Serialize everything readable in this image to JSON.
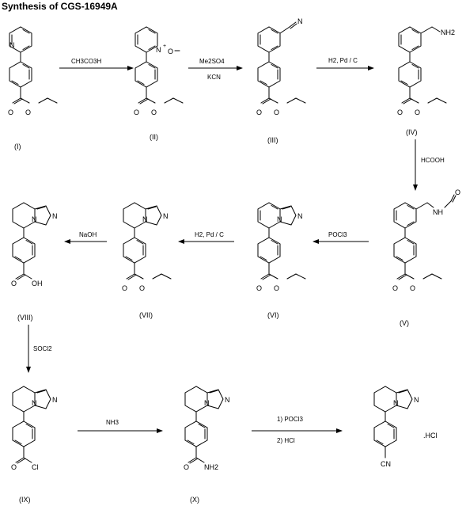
{
  "title": "Synthesis of CGS-16949A",
  "compounds": [
    {
      "id": "I",
      "label": "(I)"
    },
    {
      "id": "II",
      "label": "(II)"
    },
    {
      "id": "III",
      "label": "(III)"
    },
    {
      "id": "IV",
      "label": "(IV)"
    },
    {
      "id": "V",
      "label": "(V)"
    },
    {
      "id": "VI",
      "label": "(VI)"
    },
    {
      "id": "VII",
      "label": "(VII)"
    },
    {
      "id": "VIII",
      "label": "(VIII)"
    },
    {
      "id": "IX",
      "label": "(IX)"
    },
    {
      "id": "X",
      "label": "(X)"
    },
    {
      "id": "final",
      "salt": ".HCl"
    }
  ],
  "reagents": [
    {
      "id": "r1",
      "lines": [
        "CH3CO3H"
      ]
    },
    {
      "id": "r2",
      "lines": [
        "Me2SO4",
        "KCN"
      ]
    },
    {
      "id": "r3",
      "lines": [
        "H2, Pd / C"
      ]
    },
    {
      "id": "r4",
      "lines": [
        "HCOOH"
      ]
    },
    {
      "id": "r5",
      "lines": [
        "POCl3"
      ]
    },
    {
      "id": "r6",
      "lines": [
        "H2, Pd / C"
      ]
    },
    {
      "id": "r7",
      "lines": [
        "NaOH"
      ]
    },
    {
      "id": "r8",
      "lines": [
        "SOCl2"
      ]
    },
    {
      "id": "r9",
      "lines": [
        "NH3"
      ]
    },
    {
      "id": "r10",
      "lines": [
        "1) POCl3",
        "2) HCl"
      ]
    }
  ],
  "atoms": {
    "N": "N",
    "O": "O",
    "OH": "OH",
    "Cl": "Cl",
    "NH2": "NH2",
    "NH": "NH",
    "CN": "CN",
    "N_plus": "+",
    "O_minus": "O"
  }
}
